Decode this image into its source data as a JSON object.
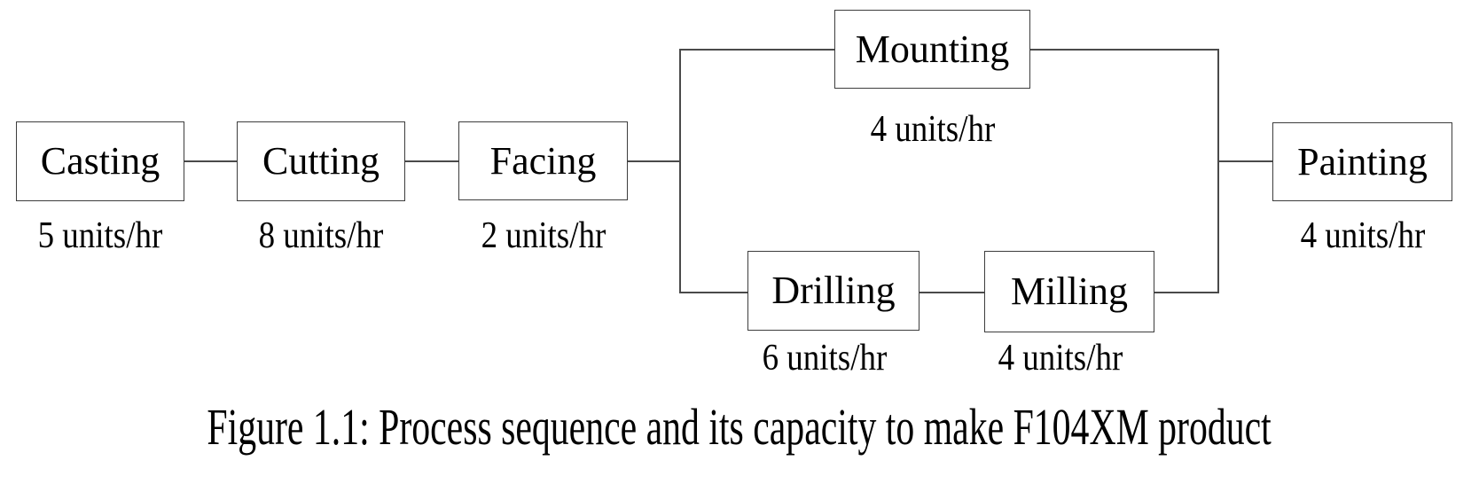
{
  "figure": {
    "caption": "Figure 1.1: Process sequence and its capacity to make F104XM product"
  },
  "diagram": {
    "nodes": [
      {
        "id": "casting",
        "label": "Casting",
        "capacity": "5 units/hr"
      },
      {
        "id": "cutting",
        "label": "Cutting",
        "capacity": "8 units/hr"
      },
      {
        "id": "facing",
        "label": "Facing",
        "capacity": "2 units/hr"
      },
      {
        "id": "mounting",
        "label": "Mounting",
        "capacity": "4 units/hr"
      },
      {
        "id": "drilling",
        "label": "Drilling",
        "capacity": "6 units/hr"
      },
      {
        "id": "milling",
        "label": "Milling",
        "capacity": "4 units/hr"
      },
      {
        "id": "painting",
        "label": "Painting",
        "capacity": "4 units/hr"
      }
    ],
    "edges": [
      {
        "from": "Casting",
        "to": "Cutting"
      },
      {
        "from": "Cutting",
        "to": "Facing"
      },
      {
        "from": "Facing",
        "to": "Mounting"
      },
      {
        "from": "Facing",
        "to": "Drilling"
      },
      {
        "from": "Drilling",
        "to": "Milling"
      },
      {
        "from": "Mounting",
        "to": "Painting"
      },
      {
        "from": "Milling",
        "to": "Painting"
      }
    ],
    "colors": {
      "background": "#ffffff",
      "line": "#4a4a4a",
      "box_border": "#3d3d3d",
      "text": "#000000"
    }
  }
}
